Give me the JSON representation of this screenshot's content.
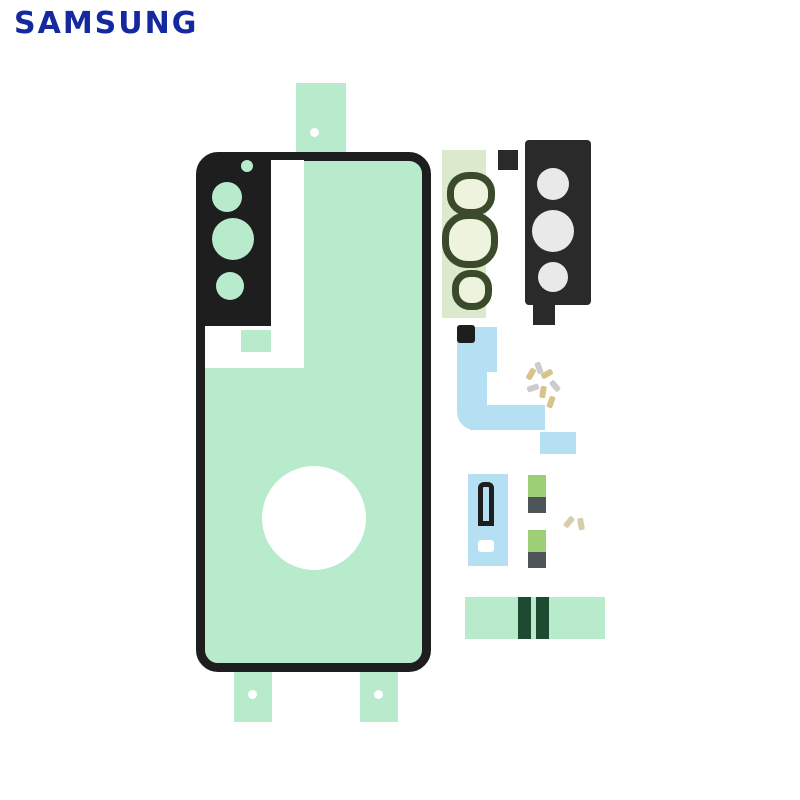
{
  "brand": {
    "logo_text": "SAMSUNG",
    "color": "#1428a0"
  },
  "product": {
    "description": "Back cover adhesive kit with camera gaskets, flex stickers and screws",
    "colors": {
      "adhesive_green": "#b7ebcc",
      "gasket_black": "#1e1e1e",
      "liner_blue": "#b5dff2",
      "camera_plate": "#2a2a2a"
    },
    "parts": [
      {
        "name": "back-cover-adhesive"
      },
      {
        "name": "camera-lens-gasket"
      },
      {
        "name": "camera-bracket-plate"
      },
      {
        "name": "flex-sticker-blue"
      },
      {
        "name": "screw-set-large"
      },
      {
        "name": "small-sticker-blue"
      },
      {
        "name": "green-gray-pads"
      },
      {
        "name": "screw-set-small"
      },
      {
        "name": "green-strip-adhesive"
      }
    ]
  }
}
